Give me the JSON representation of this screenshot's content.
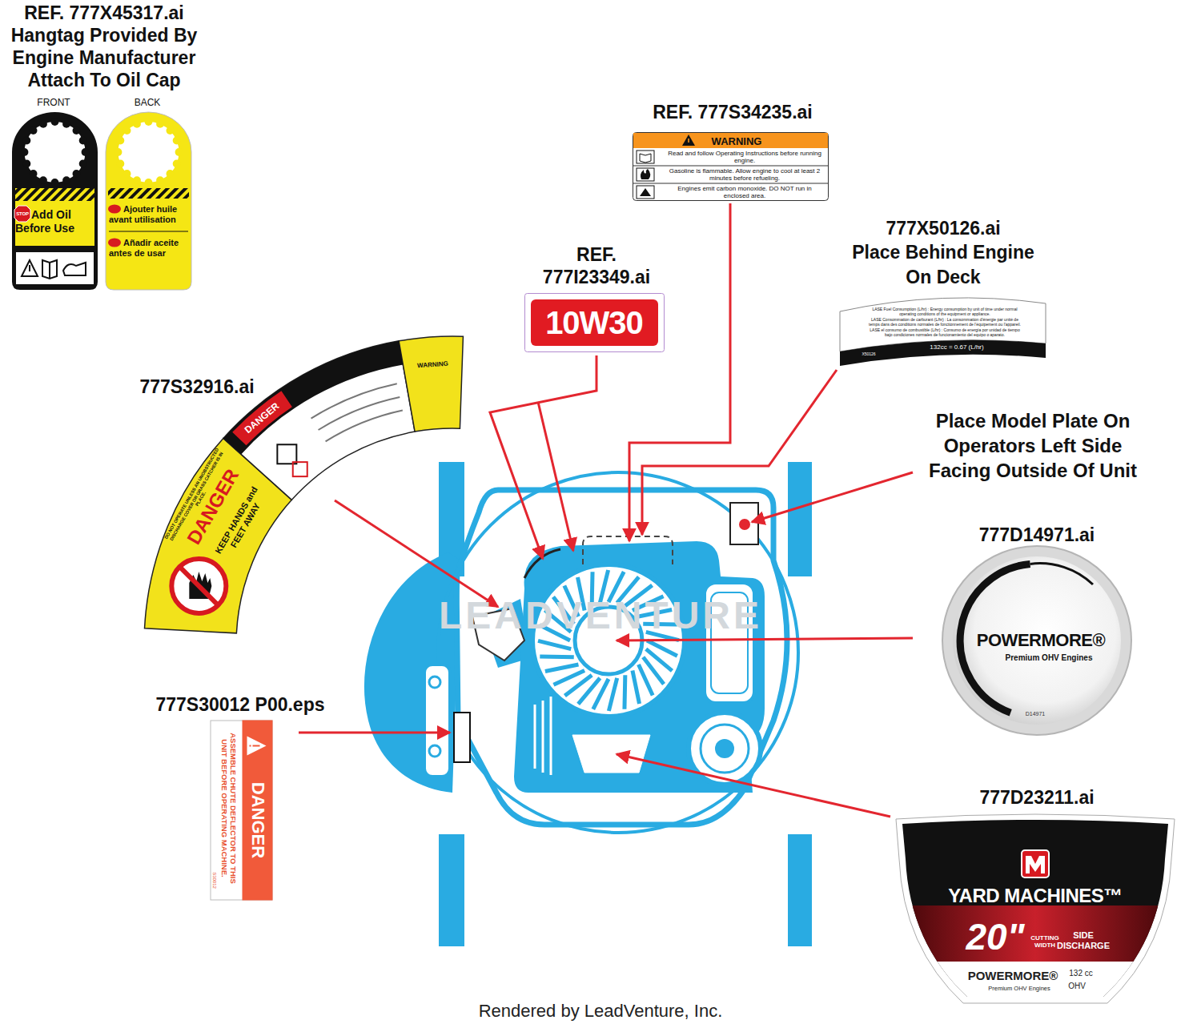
{
  "diagram": {
    "nodes": [
      {
        "text": [
          "STOP",
          "Add Oil Before Use"
        ]
      },
      {
        "text": [
          "Ajouter huile avant utilisation",
          "Añadir aceite antes de usar"
        ]
      },
      {
        "text": [
          "WARNING",
          "Read and follow Operating Instructions before running engine.",
          "Gasoline is flammable. Allow engine to cool at least 2 minutes before refueling.",
          "Engines emit carbon monoxide. DO NOT run in enclosed area."
        ]
      },
      {
        "text": [
          "10W30"
        ]
      },
      {
        "text": [
          "LASE Fuel Consumption (L/hr) : Energy consumption by unit of time under normal operating conditions of the equipment or appliance.",
          "LASE Consommation de carburant (L/hr) : La consommation d'énergie par unité de temps dans des conditions normales de fonctionnement de l'équipement ou l'appareil.",
          "LASE el consumo de combustible (L/hr) : Consumo de energía por unidad de tiempo bajo condiciones normales de funcionamiento del equipo o aparato.",
          "132cc = 0.67 (L/hr)",
          "X50126"
        ]
      },
      {
        "text": [
          "DANGER",
          "KEEP HANDS and FEET AWAY",
          "DO NOT OPERATE UNLESS AN UNOBSTRUCTED DISCHARGE COVER OR GRASS CATCHER IS IN PLACE.",
          "DANGER",
          "WARNING"
        ]
      },
      {
        "text": [
          "POWERMORE®",
          "Premium OHV Engines",
          "D14971"
        ]
      },
      {
        "text": [
          "DANGER",
          "ASSEMBLE CHUTE DEFLECTOR TO THIS UNIT BEFORE OPERATING MACHINE.",
          "S30012"
        ]
      },
      {
        "text": [
          "YARD MACHINES™",
          "20\"",
          "CUTTING WIDTH",
          "SIDE DISCHARGE",
          "POWERMORE®",
          "Premium OHV Engines",
          "132 cc",
          "OHV"
        ]
      }
    ],
    "labels": [
      "REF. 777X45317.ai",
      "Hangtag Provided By Engine Manufacturer Attach To Oil Cap",
      "FRONT",
      "BACK",
      "REF. 777S34235.ai",
      "REF. 777I23349.ai",
      "777X50126.ai",
      "Place Behind Engine On Deck",
      "777S32916.ai",
      "Place Model Plate On Operators Left Side Facing Outside Of Unit",
      "777D14971.ai",
      "777S30012 P00.eps",
      "777D23211.ai",
      "LEADVENTURE",
      "Rendered by LeadVenture, Inc."
    ]
  }
}
